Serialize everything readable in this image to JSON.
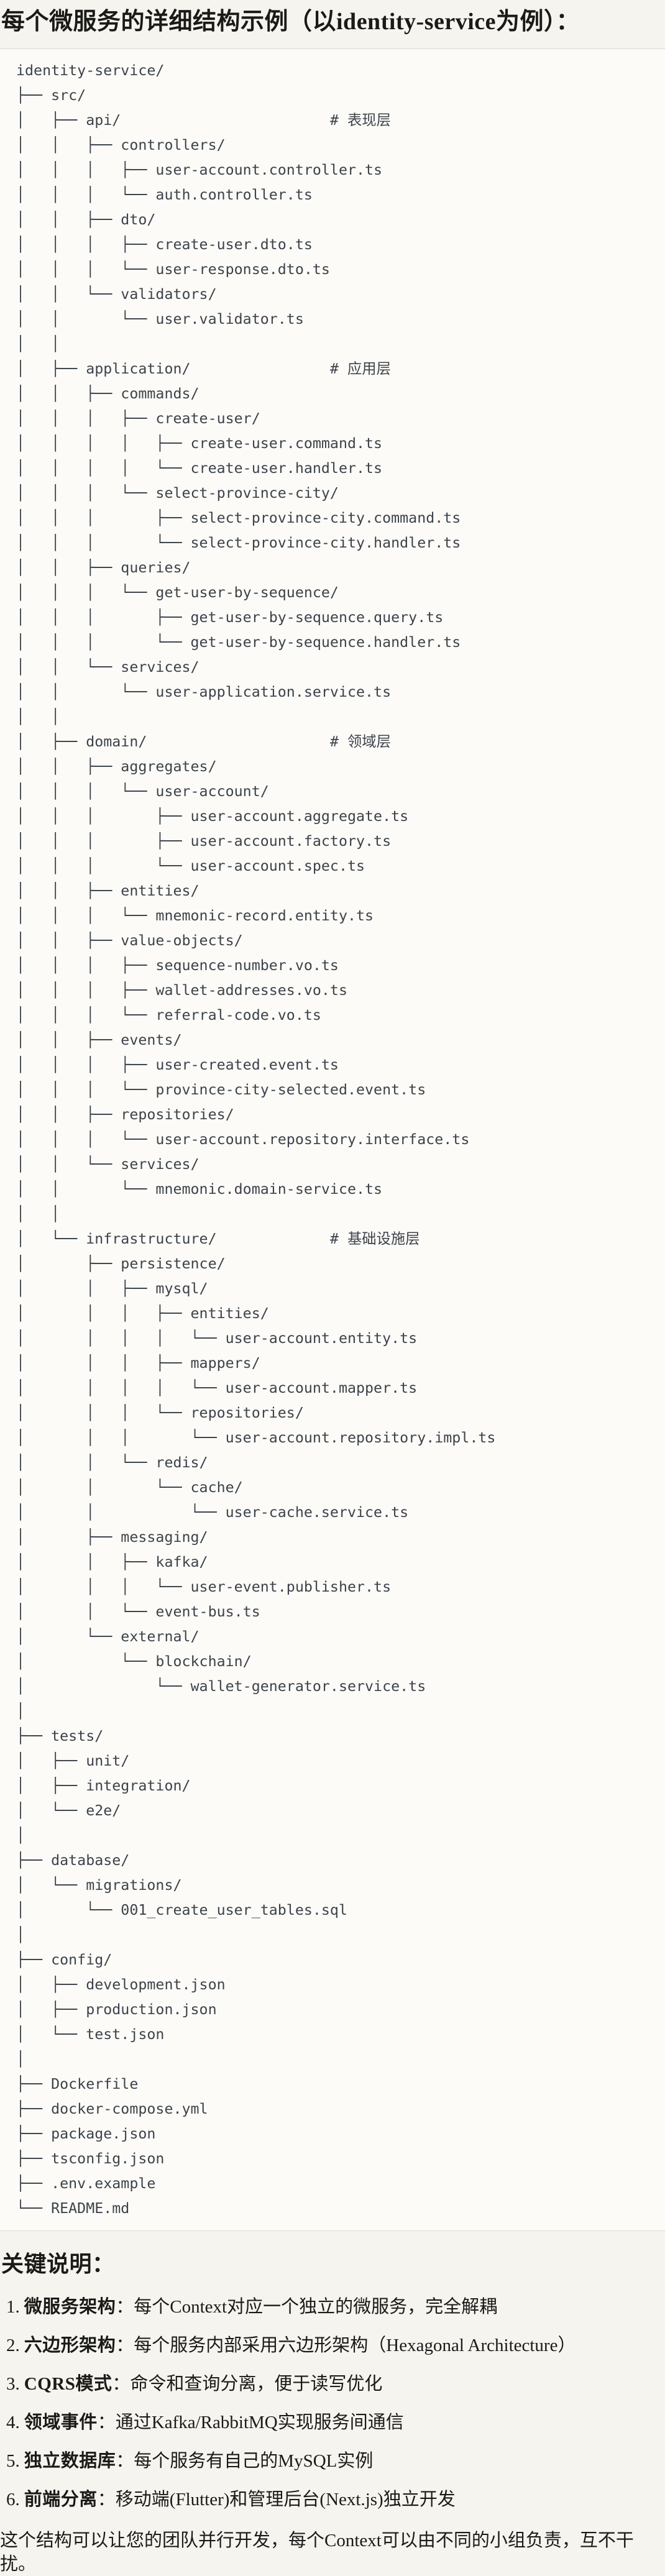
{
  "page": {
    "title": "每个微服务的详细结构示例（以identity-service为例）：",
    "section_heading": "关键说明：",
    "closing": "这个结构可以让您的团队并行开发，每个Context可以由不同的小组负责，互不干扰。"
  },
  "tree": {
    "language": "plaintext",
    "layer_comments": [
      "# 表现层",
      "# 应用层",
      "# 领域层",
      "# 基础设施层"
    ],
    "lines": [
      "identity-service/",
      "├── src/",
      "│   ├── api/                        # 表现层",
      "│   │   ├── controllers/",
      "│   │   │   ├── user-account.controller.ts",
      "│   │   │   └── auth.controller.ts",
      "│   │   ├── dto/",
      "│   │   │   ├── create-user.dto.ts",
      "│   │   │   └── user-response.dto.ts",
      "│   │   └── validators/",
      "│   │       └── user.validator.ts",
      "│   │",
      "│   ├── application/                # 应用层",
      "│   │   ├── commands/",
      "│   │   │   ├── create-user/",
      "│   │   │   │   ├── create-user.command.ts",
      "│   │   │   │   └── create-user.handler.ts",
      "│   │   │   └── select-province-city/",
      "│   │   │       ├── select-province-city.command.ts",
      "│   │   │       └── select-province-city.handler.ts",
      "│   │   ├── queries/",
      "│   │   │   └── get-user-by-sequence/",
      "│   │   │       ├── get-user-by-sequence.query.ts",
      "│   │   │       └── get-user-by-sequence.handler.ts",
      "│   │   └── services/",
      "│   │       └── user-application.service.ts",
      "│   │",
      "│   ├── domain/                     # 领域层",
      "│   │   ├── aggregates/",
      "│   │   │   └── user-account/",
      "│   │   │       ├── user-account.aggregate.ts",
      "│   │   │       ├── user-account.factory.ts",
      "│   │   │       └── user-account.spec.ts",
      "│   │   ├── entities/",
      "│   │   │   └── mnemonic-record.entity.ts",
      "│   │   ├── value-objects/",
      "│   │   │   ├── sequence-number.vo.ts",
      "│   │   │   ├── wallet-addresses.vo.ts",
      "│   │   │   └── referral-code.vo.ts",
      "│   │   ├── events/",
      "│   │   │   ├── user-created.event.ts",
      "│   │   │   └── province-city-selected.event.ts",
      "│   │   ├── repositories/",
      "│   │   │   └── user-account.repository.interface.ts",
      "│   │   └── services/",
      "│   │       └── mnemonic.domain-service.ts",
      "│   │",
      "│   └── infrastructure/             # 基础设施层",
      "│       ├── persistence/",
      "│       │   ├── mysql/",
      "│       │   │   ├── entities/",
      "│       │   │   │   └── user-account.entity.ts",
      "│       │   │   ├── mappers/",
      "│       │   │   │   └── user-account.mapper.ts",
      "│       │   │   └── repositories/",
      "│       │   │       └── user-account.repository.impl.ts",
      "│       │   └── redis/",
      "│       │       └── cache/",
      "│       │           └── user-cache.service.ts",
      "│       ├── messaging/",
      "│       │   ├── kafka/",
      "│       │   │   └── user-event.publisher.ts",
      "│       │   └── event-bus.ts",
      "│       └── external/",
      "│           └── blockchain/",
      "│               └── wallet-generator.service.ts",
      "│",
      "├── tests/",
      "│   ├── unit/",
      "│   ├── integration/",
      "│   └── e2e/",
      "│",
      "├── database/",
      "│   └── migrations/",
      "│       └── 001_create_user_tables.sql",
      "│",
      "├── config/",
      "│   ├── development.json",
      "│   ├── production.json",
      "│   └── test.json",
      "│",
      "├── Dockerfile",
      "├── docker-compose.yml",
      "├── package.json",
      "├── tsconfig.json",
      "├── .env.example",
      "└── README.md"
    ]
  },
  "key_points": [
    {
      "num": "1.",
      "term": "微服务架构",
      "sep": "：",
      "desc": "每个Context对应一个独立的微服务，完全解耦"
    },
    {
      "num": "2.",
      "term": "六边形架构",
      "sep": "：",
      "desc": "每个服务内部采用六边形架构（Hexagonal Architecture）"
    },
    {
      "num": "3.",
      "term": "CQRS模式",
      "sep": "：",
      "desc": "命令和查询分离，便于读写优化"
    },
    {
      "num": "4.",
      "term": "领域事件",
      "sep": "：",
      "desc": "通过Kafka/RabbitMQ实现服务间通信"
    },
    {
      "num": "5.",
      "term": "独立数据库",
      "sep": "：",
      "desc": "每个服务有自己的MySQL实例"
    },
    {
      "num": "6.",
      "term": "前端分离",
      "sep": "：",
      "desc": "移动端(Flutter)和管理后台(Next.js)独立开发"
    }
  ],
  "colors": {
    "page_background": "#f6f4ef",
    "code_background": "#fcfbf8",
    "code_border": "#ddd9d2",
    "heading_text": "#1a1a18",
    "code_text": "#3d434a"
  }
}
